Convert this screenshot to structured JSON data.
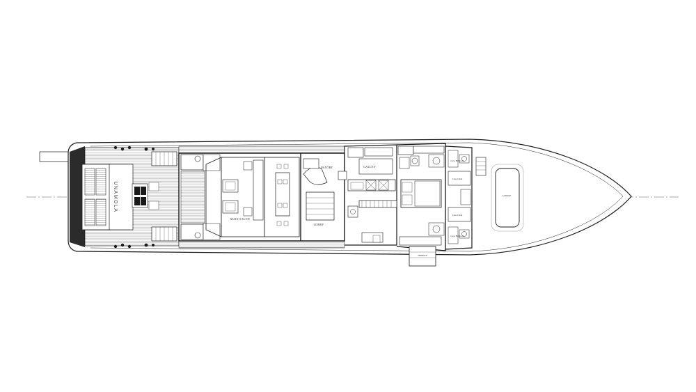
{
  "plan": {
    "yacht_name": "UNAMOLA",
    "rooms": {
      "main_salon": "MAIN SALON",
      "lobby": "LOBBY",
      "pantry": "PANTRY",
      "galley": "GALLEY",
      "crew_bathroom": "Crew Bathroom",
      "crew_cabin": "Crew Cabin",
      "garage": "GARAGE",
      "terrace": "TERRACE"
    },
    "colors": {
      "line": "#1a1a1a",
      "deck_hatch": "#bdbdbd",
      "centerline": "#555555"
    }
  }
}
